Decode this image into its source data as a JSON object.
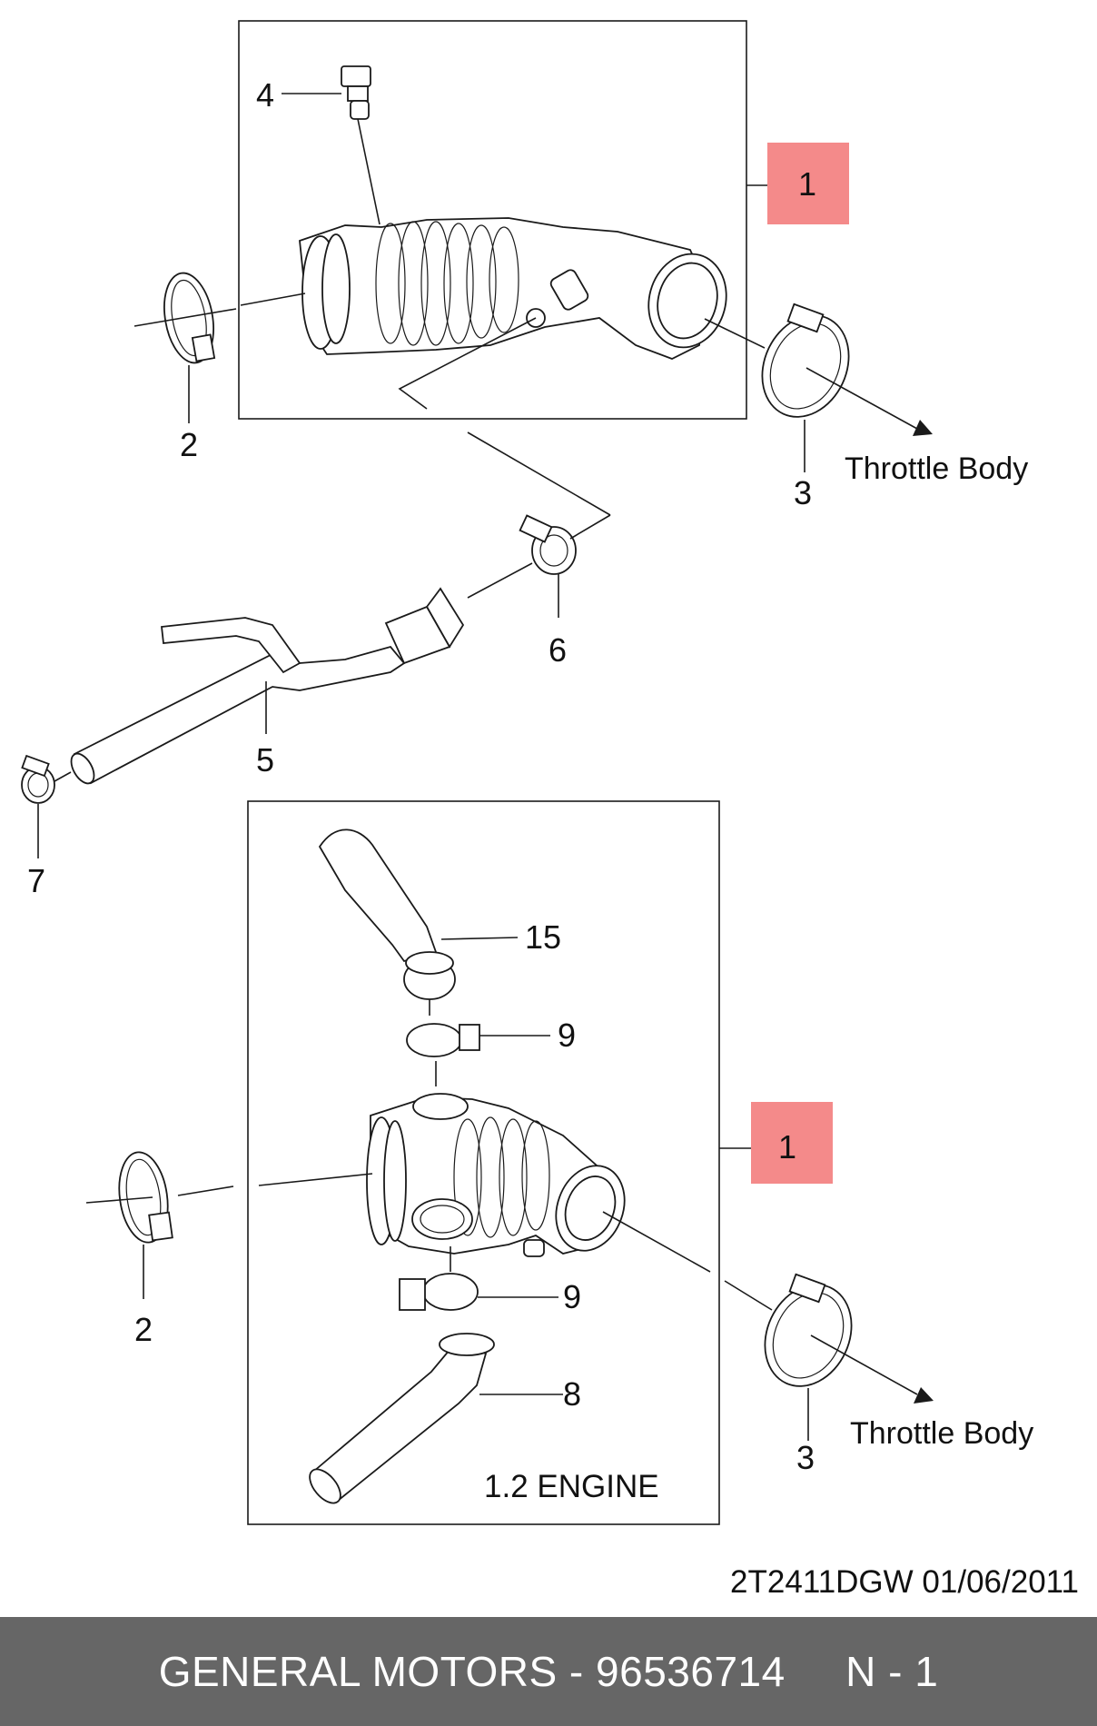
{
  "callouts": {
    "c1_top": "1",
    "c1_bottom": "1",
    "c2_top": "2",
    "c2_bottom": "2",
    "c3_top": "3",
    "c3_bottom": "3",
    "c4": "4",
    "c5": "5",
    "c6": "6",
    "c7": "7",
    "c8": "8",
    "c9_upper": "9",
    "c9_lower": "9",
    "c15": "15"
  },
  "labels": {
    "throttle_top": "Throttle Body",
    "throttle_bottom": "Throttle Body",
    "engine": "1.2 ENGINE"
  },
  "footer": {
    "code": "2T2411DGW  01/06/2011",
    "title": "GENERAL MOTORS - 96536714     N - 1"
  },
  "colors": {
    "highlight": "#f48a8a",
    "footer_bar": "#666666"
  }
}
